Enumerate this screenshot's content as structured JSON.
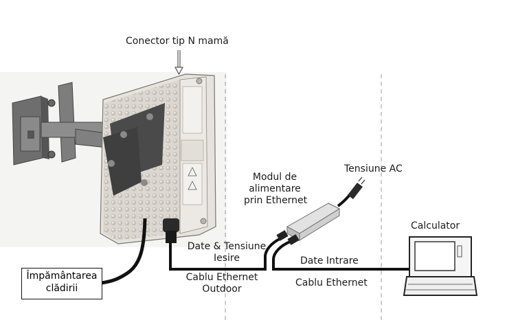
{
  "labels": {
    "n_connector": "Conector tip N mamă",
    "poe_line1": "Modul de",
    "poe_line2": "alimentare",
    "poe_line3": "prin Ethernet",
    "ac_power": "Tensiune AC",
    "computer": "Calculator",
    "data_power_line1": "Date & Tensiune",
    "data_power_line2": "Iesire",
    "data_in": "Date Intrare",
    "outdoor_cable_line1": "Cablu Ethernet",
    "outdoor_cable_line2": "Outdoor",
    "ethernet_cable": "Cablu Ethernet",
    "grounding_line1": "Împământarea",
    "grounding_line2": "clădirii"
  },
  "colors": {
    "device_body": "#e4e0da",
    "fins": "#d2cdc6",
    "bracket": "#7a7a7a",
    "cable": "#111111",
    "divider": "#9a9a9a"
  }
}
